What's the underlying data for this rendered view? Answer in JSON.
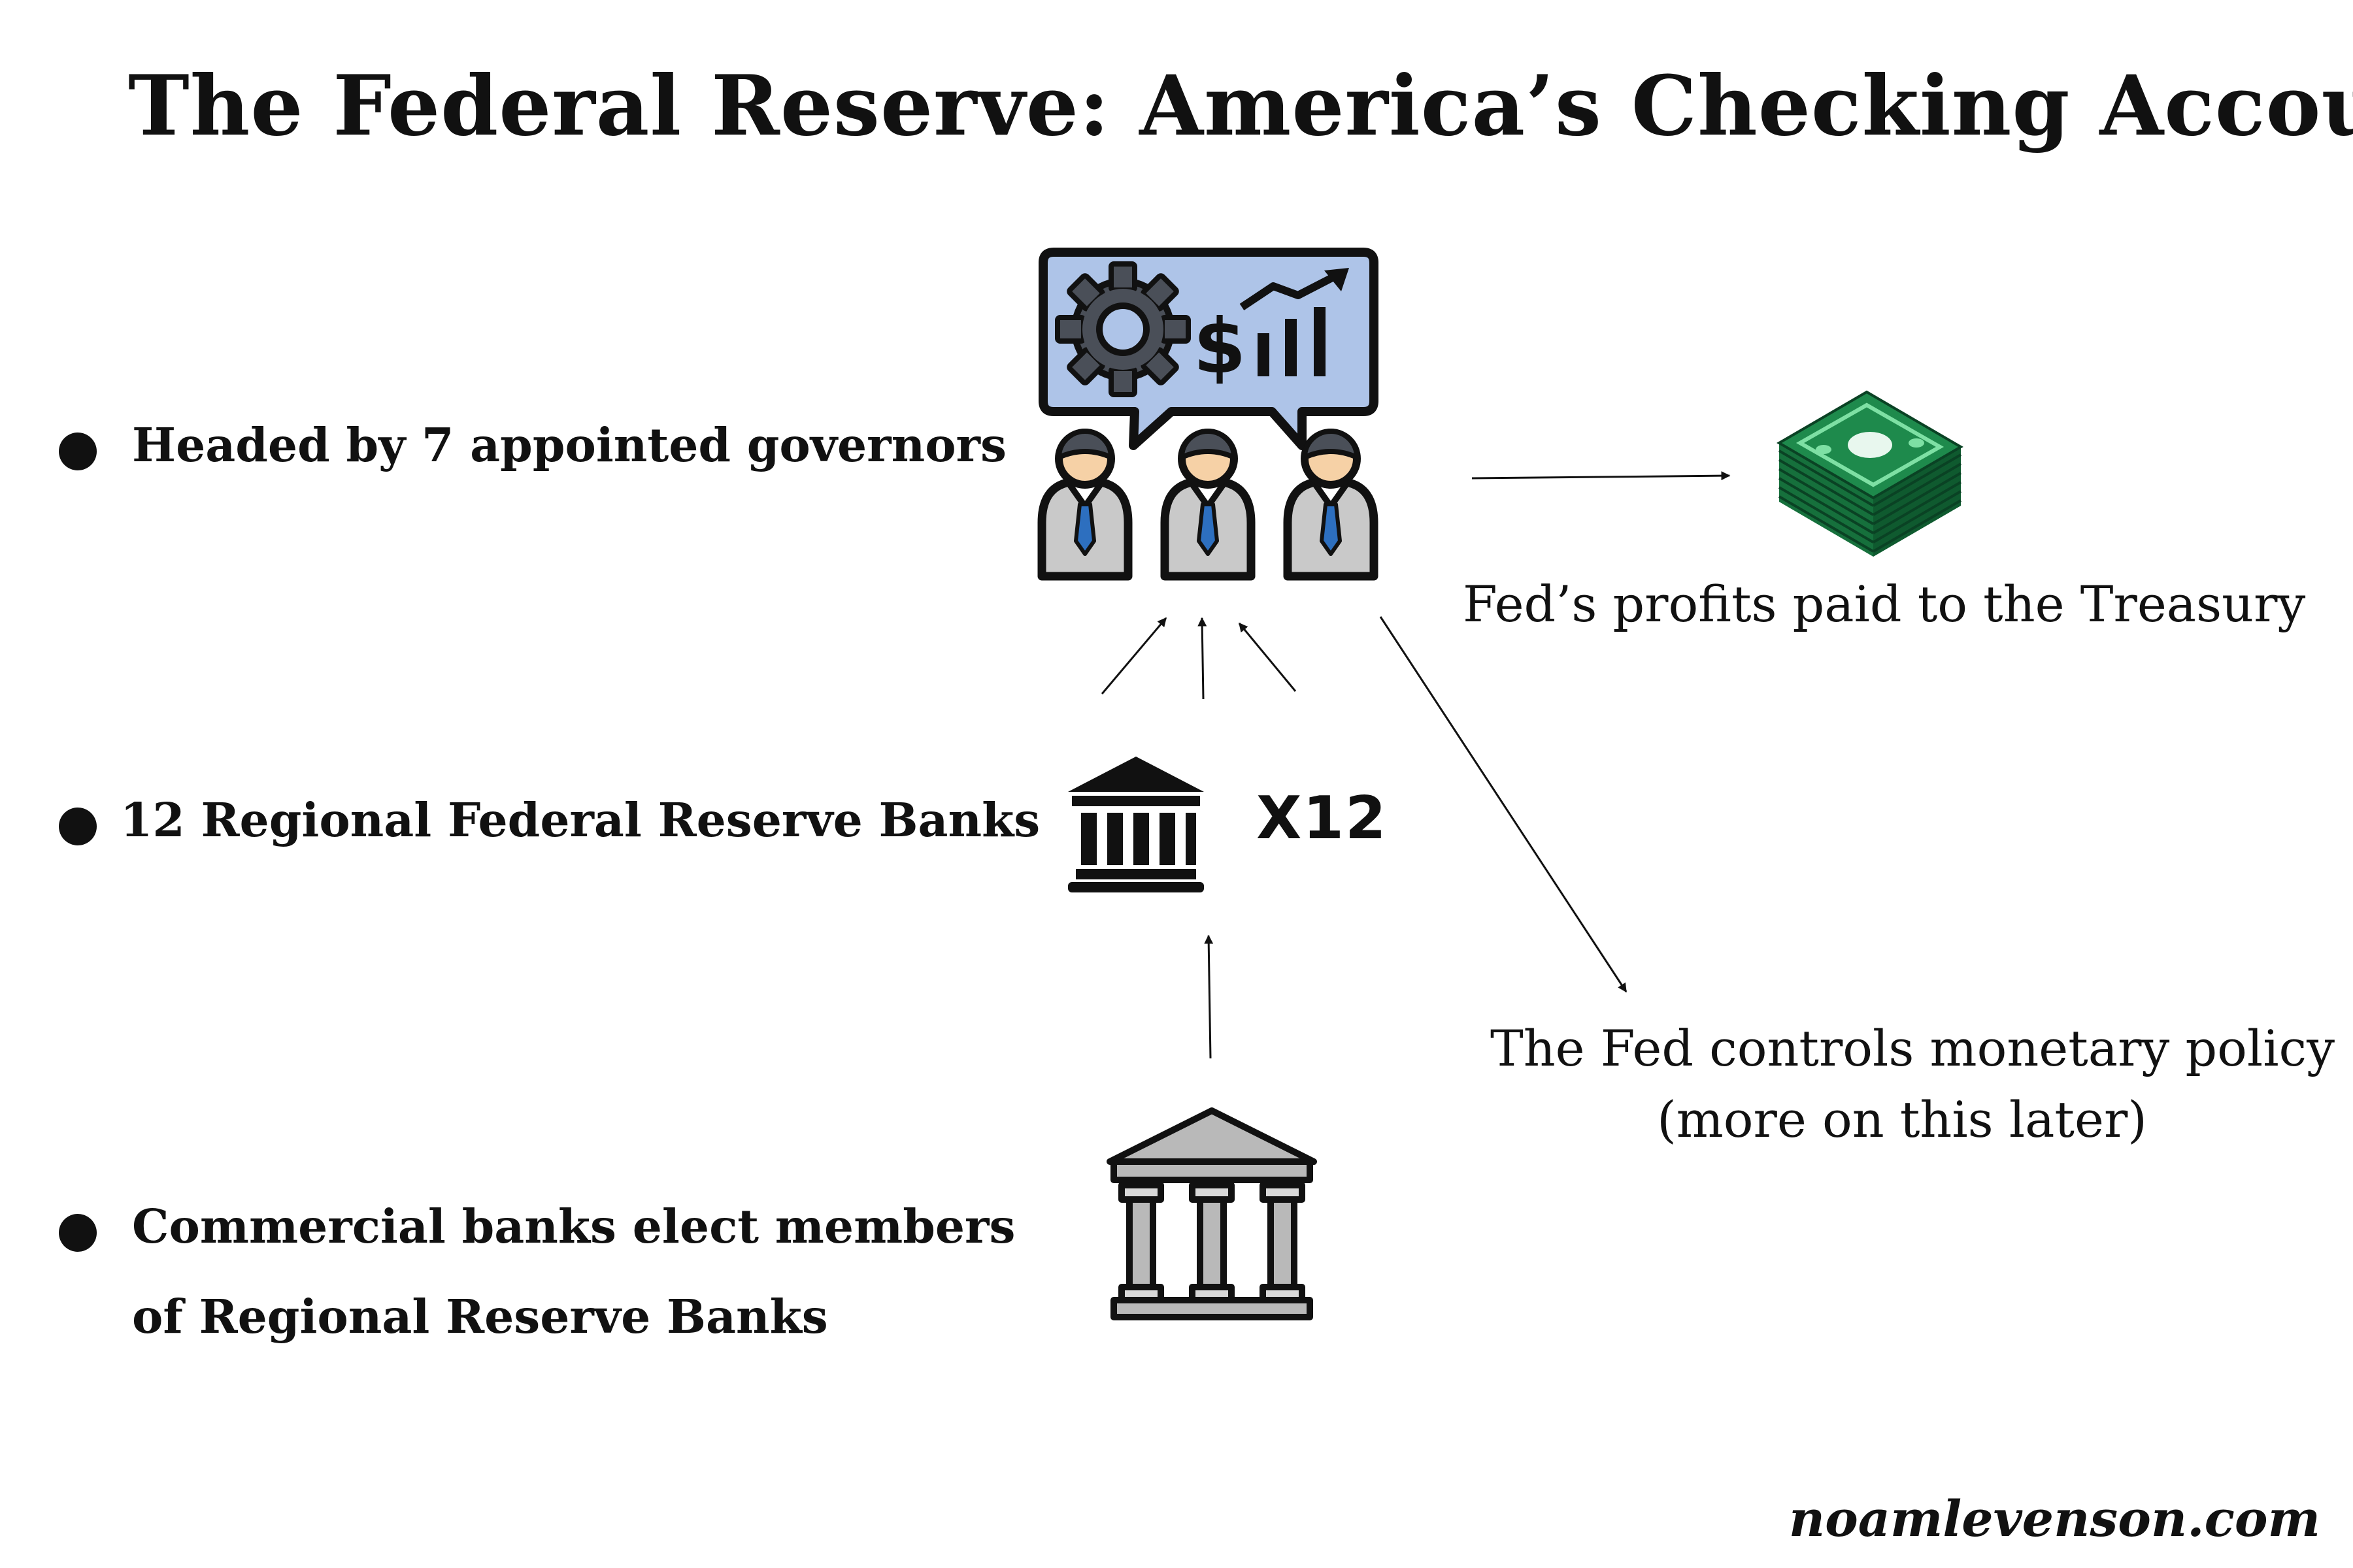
{
  "title": "The Federal Reserve: America’s Checking Account",
  "bullets": [
    "Headed by 7 appointed governors",
    "12 Regional Federal Reserve Banks",
    "Commercial banks elect members",
    "of Regional Reserve Banks"
  ],
  "labels": {
    "multiplier": "X12",
    "profits": "Fed’s profits paid to the Treasury",
    "policy_line1": "The Fed controls monetary policy",
    "policy_line2": "(more on this later)"
  },
  "website": "noamlevenson.com",
  "icons": {
    "board": "board-of-governors-icon",
    "regional_bank": "regional-bank-icon",
    "commercial_bank": "commercial-bank-icon",
    "money": "money-stack-icon",
    "bullet": "bullet-dot-icon"
  },
  "colors": {
    "text": "#111111",
    "speech_bubble": "#aec4e8",
    "money_green": "#1e8a4c",
    "bank_gray": "#b9b9b9",
    "suit_gray": "#c9c9c9",
    "skin": "#f6d1a6"
  }
}
